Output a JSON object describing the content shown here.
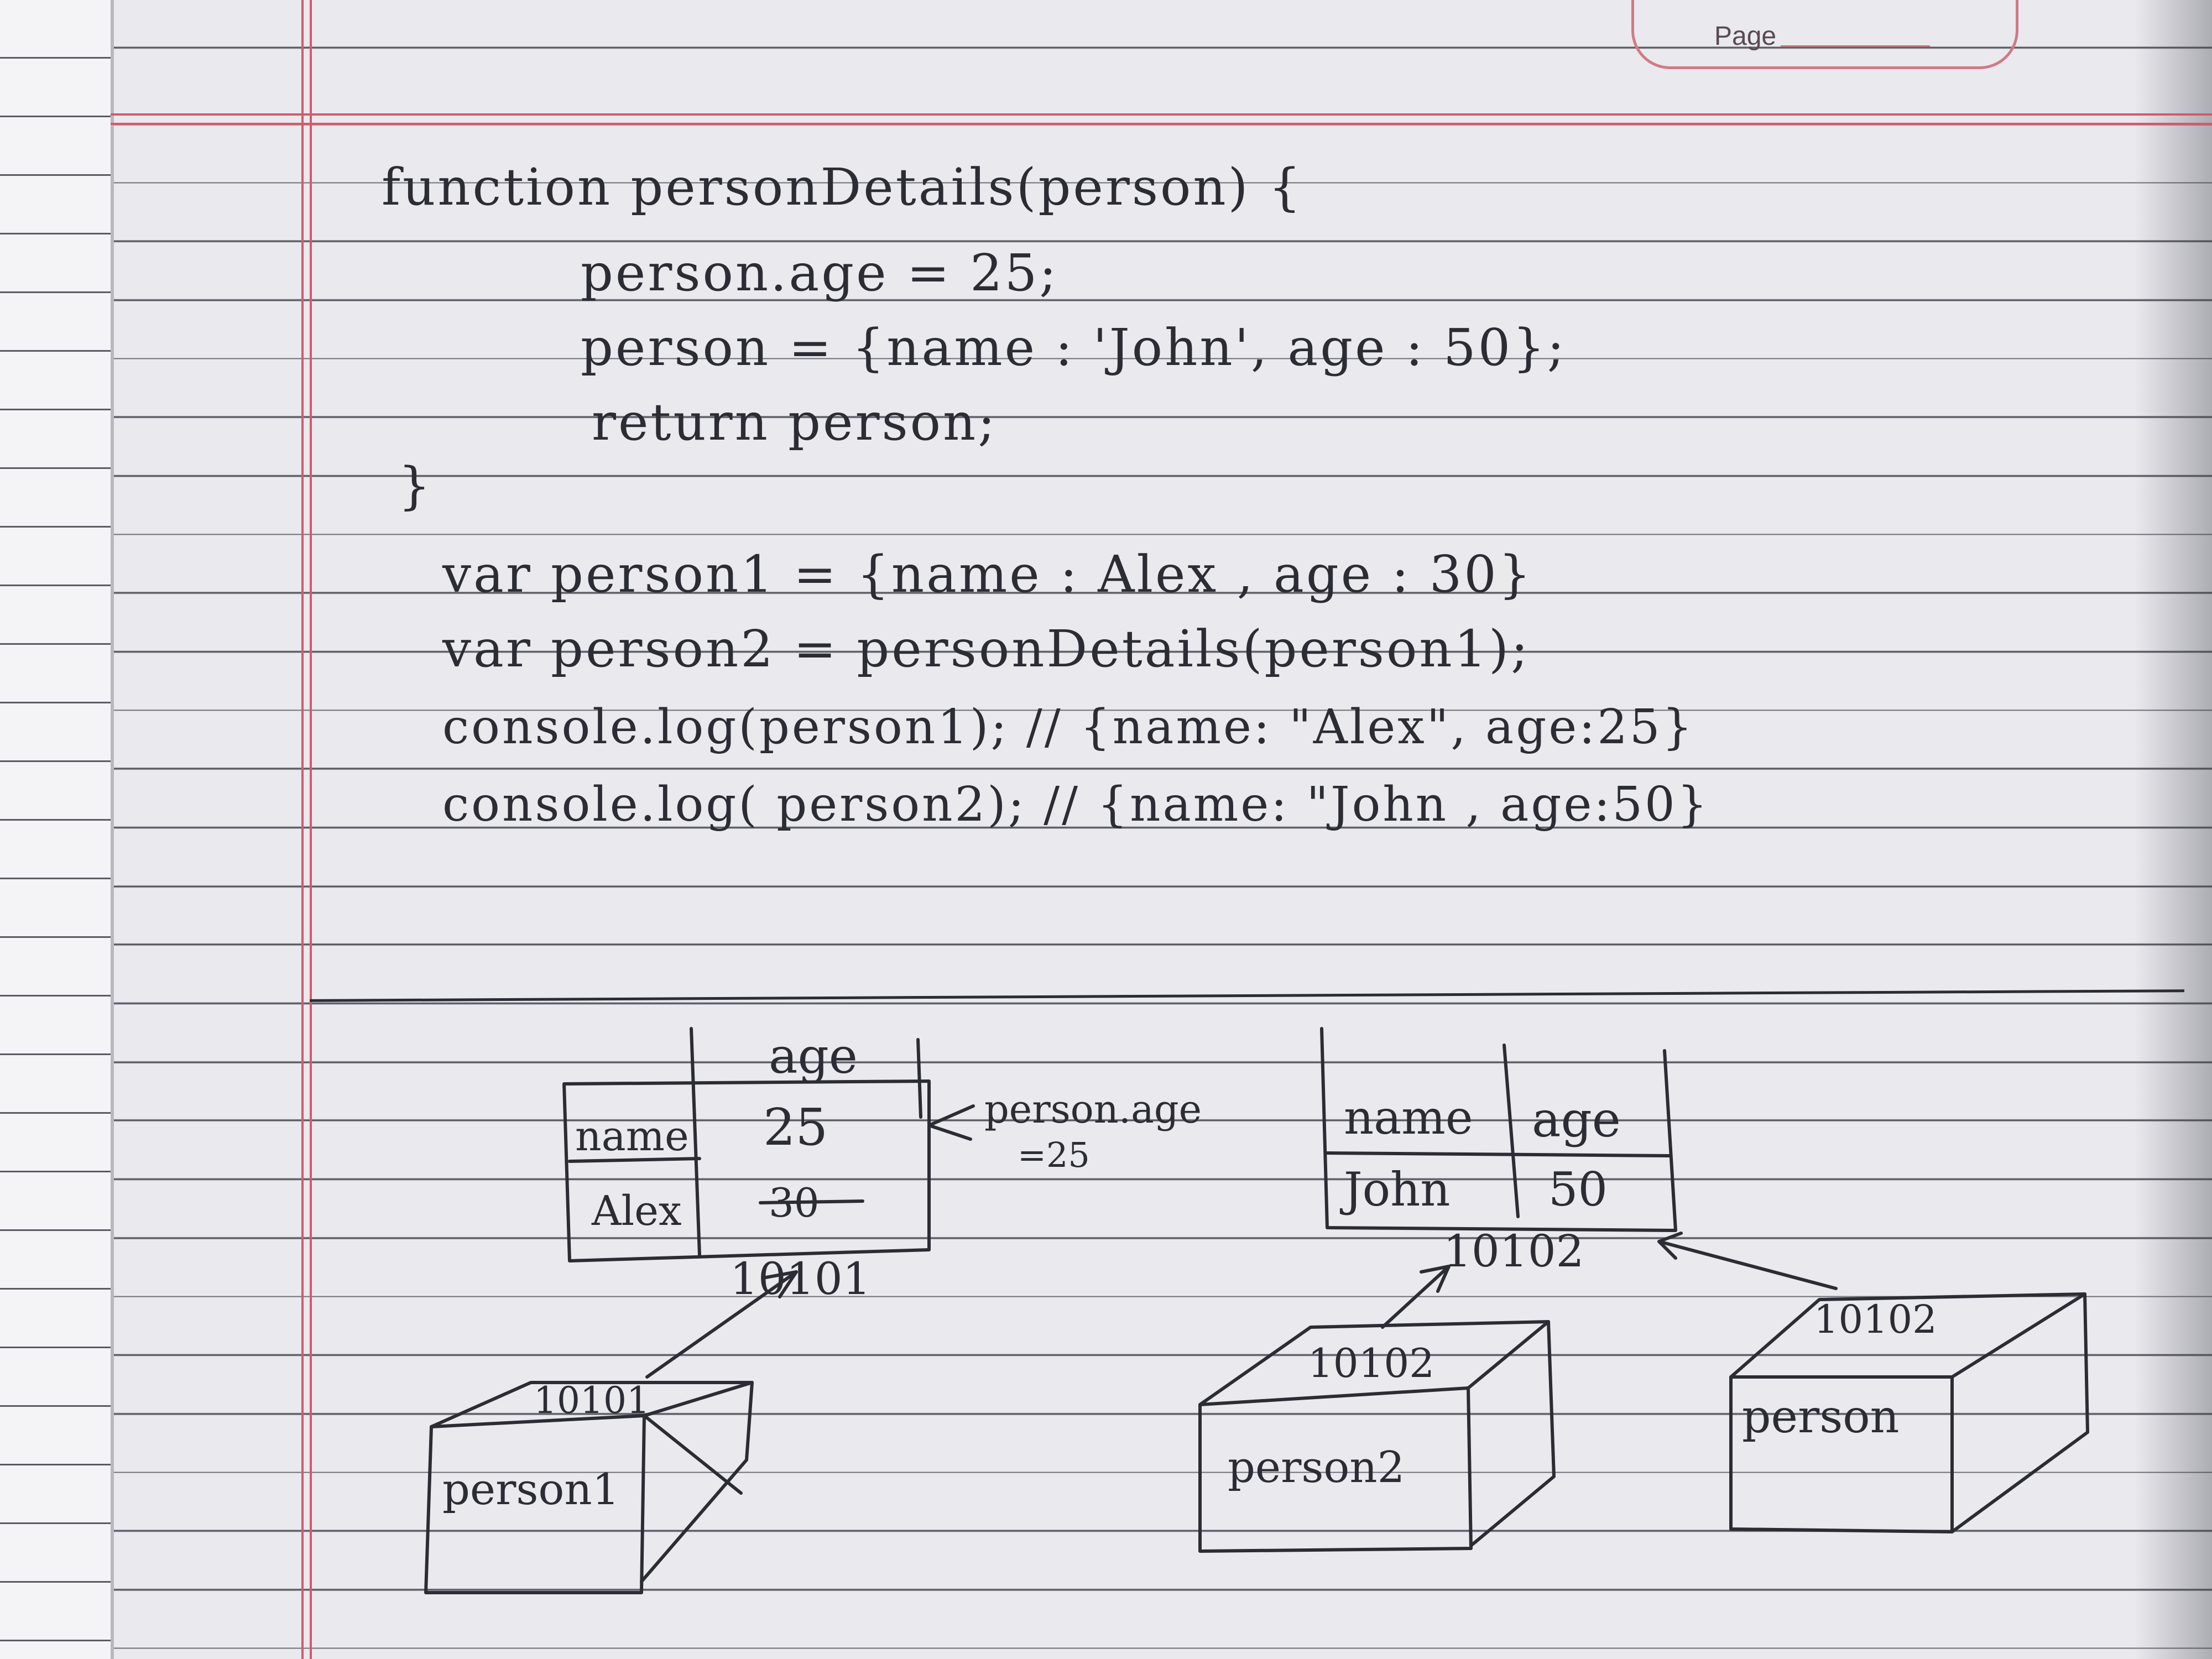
{
  "header": {
    "page_label": "Page"
  },
  "code": {
    "line1": "function personDetails(person) {",
    "line2": "person.age = 25;",
    "line3": "person = {name : 'John', age : 50};",
    "line4": "return person;",
    "line5": "}",
    "line6": "var person1 = {name : Alex , age : 30}",
    "line7": "var person2 = personDetails(person1);",
    "line8": "console.log(person1); // {name: \"Alex\", age:25}",
    "line9": "console.log( person2); // {name: \"John , age:50}"
  },
  "diagram": {
    "object1": {
      "col_age": "age",
      "col_name": "name",
      "age_value": "25",
      "old_age_value": "30",
      "name_value": "Alex",
      "address": "10101",
      "annotation_line1": "person.age",
      "annotation_line2": "=25"
    },
    "object2": {
      "col_name": "name",
      "col_age": "age",
      "name_value": "John",
      "age_value": "50",
      "address": "10102"
    },
    "box_person1": {
      "label": "person1",
      "ref": "10101"
    },
    "box_person2": {
      "label": "person2",
      "ref": "10102"
    },
    "box_person": {
      "label": "person",
      "ref": "10102"
    }
  }
}
